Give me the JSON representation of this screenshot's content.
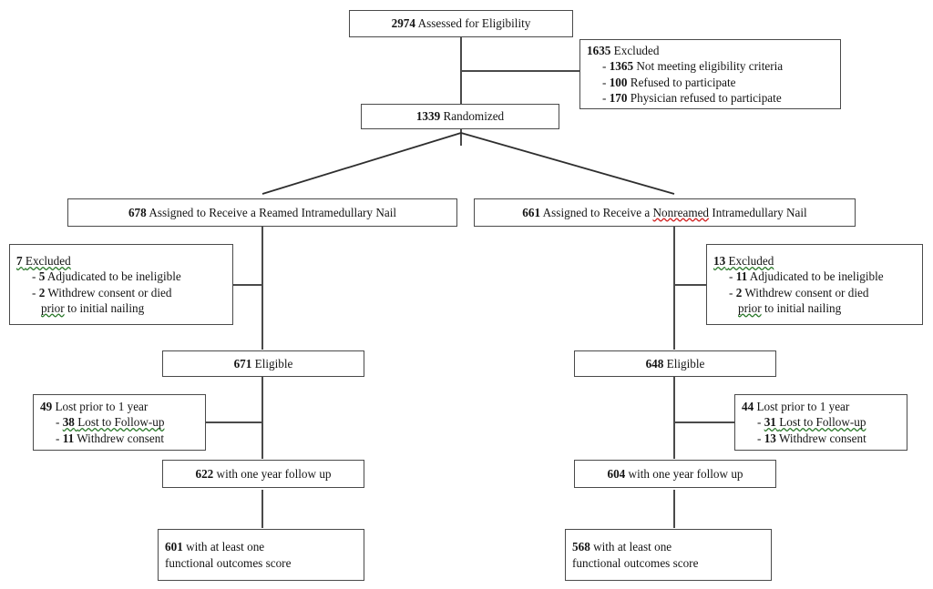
{
  "diagram": {
    "title": "CONSORT participant flow diagram",
    "line_color": "#4a4a4a",
    "spellcheck_red": "#d02020",
    "grammar_green": "#2c7a2c"
  },
  "nodes": {
    "assessed": {
      "count": "2974",
      "text": "Assessed for Eligibility"
    },
    "excluded_top": {
      "count": "1635",
      "text": "Excluded",
      "items": [
        {
          "dash": "-",
          "count": "1365",
          "text": "Not meeting eligibility criteria"
        },
        {
          "dash": "-",
          "count": "100",
          "text": "Refused to participate"
        },
        {
          "dash": "-",
          "count": "170",
          "text": "Physician refused to participate"
        }
      ]
    },
    "randomized": {
      "count": "1339",
      "text": "Randomized"
    },
    "left_arm": {
      "assigned": {
        "count": "678",
        "text_before": "Assigned to Receive a Reamed Intramedullary Nail"
      },
      "excluded": {
        "count": "7",
        "text": "Excluded",
        "items": [
          {
            "dash": "-",
            "count": "5",
            "text": "Adjudicated to be ineligible"
          },
          {
            "dash": "-",
            "count": "2",
            "text": "Withdrew consent or died",
            "text2_flagged": "prior",
            "text2_rest": "to initial nailing"
          }
        ]
      },
      "eligible": {
        "count": "671",
        "text": "Eligible"
      },
      "lost": {
        "count": "49",
        "text": "Lost prior to 1 year",
        "items": [
          {
            "dash": "-",
            "count": "38",
            "text": "Lost to Follow-up",
            "flagged": true
          },
          {
            "dash": "-",
            "count": "11",
            "text": "Withdrew consent",
            "flagged": false
          }
        ]
      },
      "followup": {
        "count": "622",
        "text": "with one year follow up"
      },
      "outcome": {
        "count": "601",
        "text_line1": "with at least one",
        "text_line2": "functional outcomes score"
      }
    },
    "right_arm": {
      "assigned": {
        "count": "661",
        "text_before": "Assigned to Receive a",
        "flagged_word": "Nonreamed",
        "text_after": "Intramedullary Nail"
      },
      "excluded": {
        "count": "13",
        "text": "Excluded",
        "items": [
          {
            "dash": "-",
            "count": "11",
            "text": "Adjudicated to be ineligible"
          },
          {
            "dash": "-",
            "count": "2",
            "text": "Withdrew consent or died",
            "text2_flagged": "prior",
            "text2_rest": "to initial nailing"
          }
        ]
      },
      "eligible": {
        "count": "648",
        "text": "Eligible"
      },
      "lost": {
        "count": "44",
        "text": "Lost prior to 1 year",
        "items": [
          {
            "dash": "-",
            "count": "31",
            "text": "Lost to Follow-up",
            "flagged": true
          },
          {
            "dash": "-",
            "count": "13",
            "text": "Withdrew consent",
            "flagged": false
          }
        ]
      },
      "followup": {
        "count": "604",
        "text": "with one year follow up"
      },
      "outcome": {
        "count": "568",
        "text_line1": "with at least one",
        "text_line2": "functional outcomes score"
      }
    }
  }
}
